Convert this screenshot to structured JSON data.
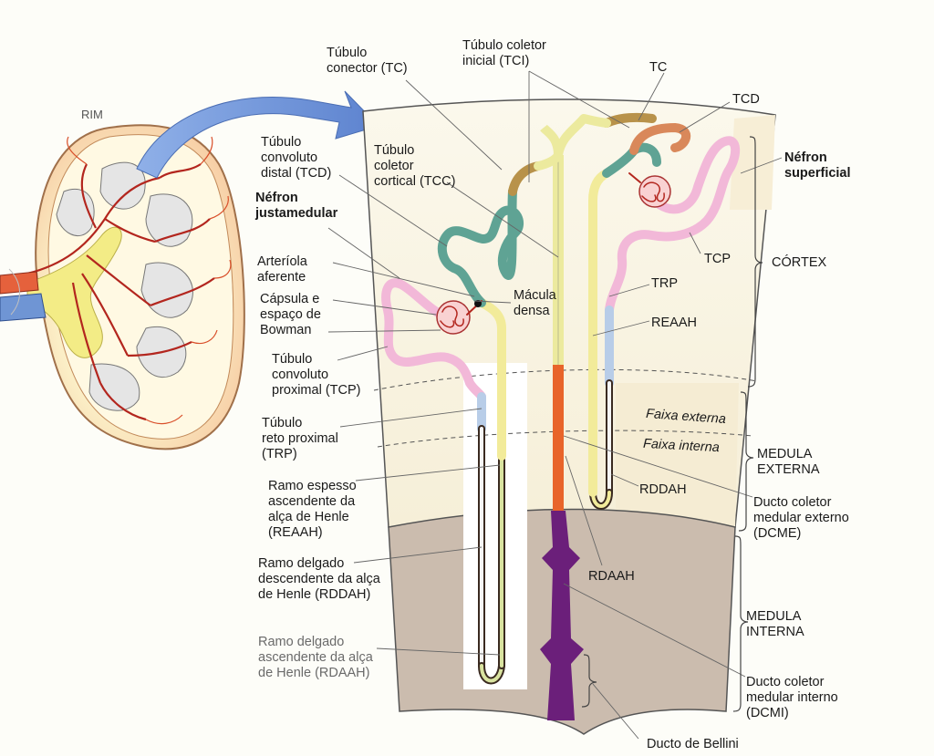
{
  "kidney": {
    "label": "RIM"
  },
  "left_labels": {
    "tc_connector": "Túbulo\nconector (TC)",
    "tcd_distal": "Túbulo\nconvoluto\ndistal (TCD)",
    "juxta_nephron": "Néfron\njustamedular",
    "afferent": "Arteríola\naferente",
    "bowman": "Cápsula e\nespaço de\nBowman",
    "tcp_proximal": "Túbulo\nconvoluto\nproximal (TCP)",
    "trp_straight": "Túbulo\nreto proximal\n(TRP)",
    "reaah_long": "Ramo espesso\nascendente da\nalça de Henle\n(REAAH)",
    "rddah_long": "Ramo delgado\ndescendente da alça\nde Henle (RDDAH)",
    "rdaah_long": "Ramo delgado\nascendente da alça\nde Henle (RDAAH)"
  },
  "top_labels": {
    "tci": "Túbulo coletor\ninicial (TCI)",
    "tcc": "Túbulo\ncoletor\ncortical (TCC)",
    "tc": "TC",
    "tcd": "TCD",
    "macula": "Mácula\ndensa"
  },
  "right_labels": {
    "superficial": "Néfron\nsuperficial",
    "tcp": "TCP",
    "trp": "TRP",
    "reaah": "REAAH",
    "faixa_externa": "Faixa externa",
    "faixa_interna": "Faixa interna",
    "rddah": "RDDAH",
    "rdaah": "RDAAH",
    "dcme": "Ducto coletor\nmedular externo\n(DCME)",
    "dcmi": "Ducto coletor\nmedular interno\n(DCMI)",
    "bellini": "Ducto de Bellini"
  },
  "regions": {
    "cortex": "CÓRTEX",
    "medula_externa": "MEDULA\nEXTERNA",
    "medula_interna": "MEDULA\nINTERNA"
  },
  "colors": {
    "proximal": "#f2b8d8",
    "straight_proximal": "#b8cde8",
    "thick_ascending": "#f2eb9a",
    "distal": "#5fa394",
    "connecting": "#d9885a",
    "initial_collecting": "#b8924a",
    "collecting_cortex": "#ecea9e",
    "collecting_outer": "#e8642a",
    "collecting_inner": "#6b1f7a",
    "inner_medulla": "#cbbcae",
    "outer_zone": "#fbf3dc",
    "arrow": "#6f92d8"
  }
}
